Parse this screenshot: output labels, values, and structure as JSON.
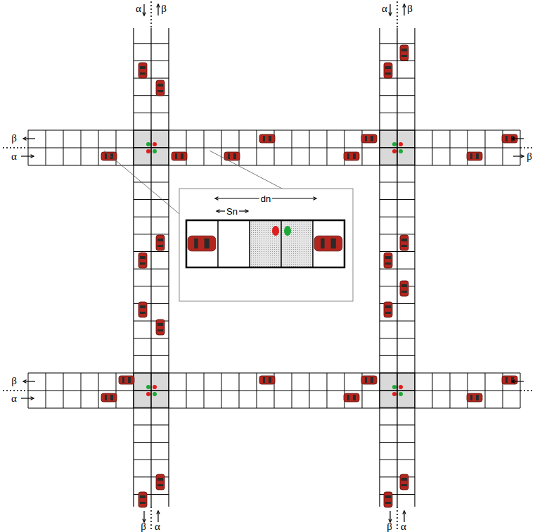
{
  "diagram": {
    "labels": [
      "α",
      "β",
      "α",
      "β",
      "β",
      "α",
      "β",
      "β",
      "α",
      "β",
      "α",
      "β",
      "α",
      "dn",
      "Sn"
    ]
  }
}
